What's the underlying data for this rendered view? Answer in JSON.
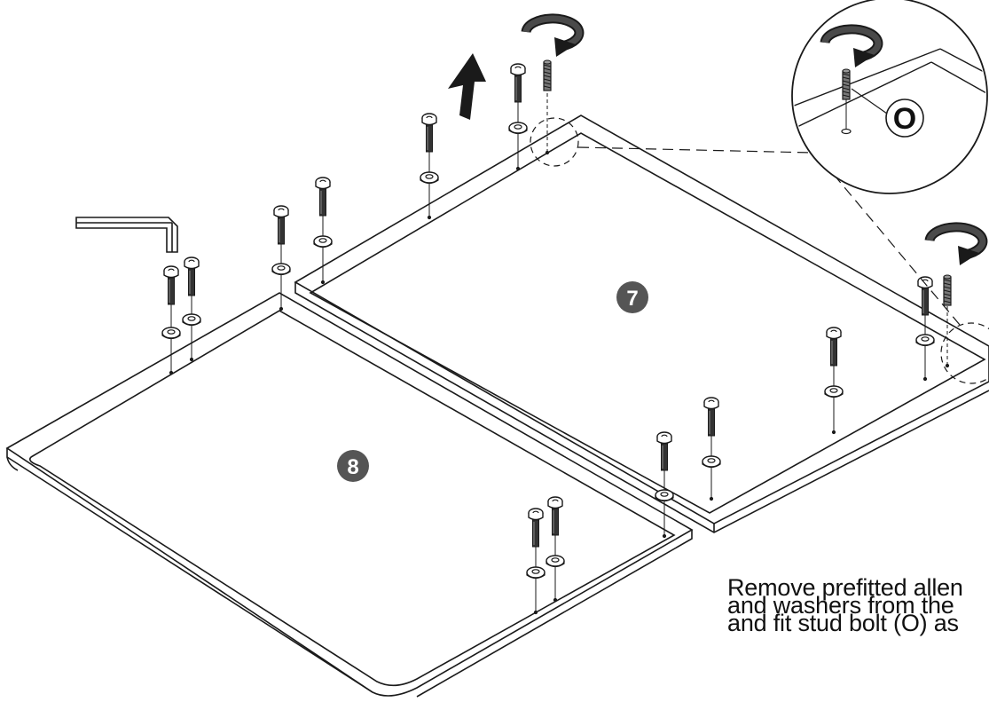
{
  "panels": {
    "panel_7": "7",
    "panel_8": "8"
  },
  "detail": {
    "label": "O"
  },
  "instruction": {
    "line1": "Remove prefitted allen",
    "line2": "and washers from the",
    "line3": "and fit stud bolt (O) as"
  },
  "colors": {
    "line": "#1a1a1a",
    "badge": "#555555",
    "background": "#ffffff"
  },
  "icons": [
    "rotate-arrow-icon",
    "up-arrow-icon",
    "allen-key-icon",
    "allen-bolt-icon",
    "washer-icon",
    "stud-bolt-icon",
    "magnifier-circle"
  ]
}
